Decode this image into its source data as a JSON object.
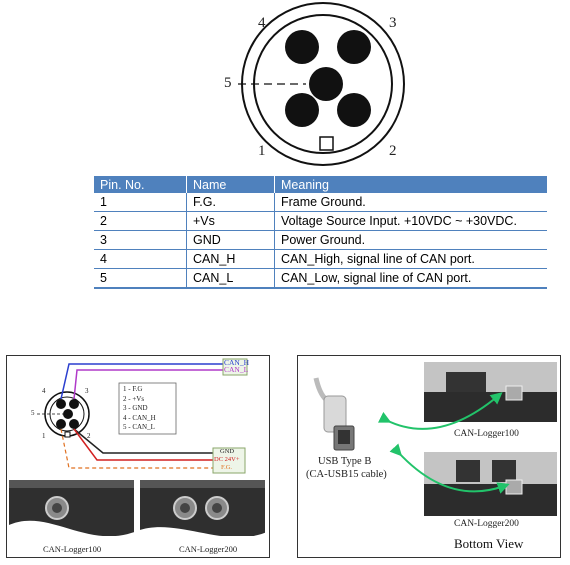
{
  "connector": {
    "pin_labels": {
      "p1": "1",
      "p2": "2",
      "p3": "3",
      "p4": "4",
      "p5": "5"
    }
  },
  "table": {
    "headers": [
      "Pin. No.",
      "Name",
      "Meaning"
    ],
    "rows": [
      [
        "1",
        "F.G.",
        "Frame Ground."
      ],
      [
        "2",
        "+Vs",
        "Voltage Source Input. +10VDC ~ +30VDC."
      ],
      [
        "3",
        "GND",
        "Power Ground."
      ],
      [
        "4",
        "CAN_H",
        "CAN_High, signal line of CAN port."
      ],
      [
        "5",
        "CAN_L",
        "CAN_Low, signal line of CAN port."
      ]
    ]
  },
  "wiring": {
    "labels": {
      "can_h": "CAN_H",
      "can_l": "CAN_L",
      "gnd": "GND",
      "dc": "DC 24V+",
      "fg": "F.G."
    },
    "legend": [
      "1 - F.G",
      "2 - +Vs",
      "3 - GND",
      "4 - CAN_H",
      "5 - CAN_L"
    ],
    "pin_labels": {
      "p1": "1",
      "p2": "2",
      "p3": "3",
      "p4": "4",
      "p5": "5"
    },
    "device_1": "CAN-Logger100",
    "device_2": "CAN-Logger200",
    "colors": {
      "can_h": "#2b3fcf",
      "can_l": "#b03ac9",
      "gnd": "#222222",
      "vs": "#d22020",
      "fg": "#e07020"
    }
  },
  "usb_panel": {
    "cable_label_1": "USB Type B",
    "cable_label_2": "(CA-USB15 cable)",
    "device_1": "CAN-Logger100",
    "device_2": "CAN-Logger200",
    "view_label": "Bottom View",
    "arrow_color": "#22c36a"
  }
}
